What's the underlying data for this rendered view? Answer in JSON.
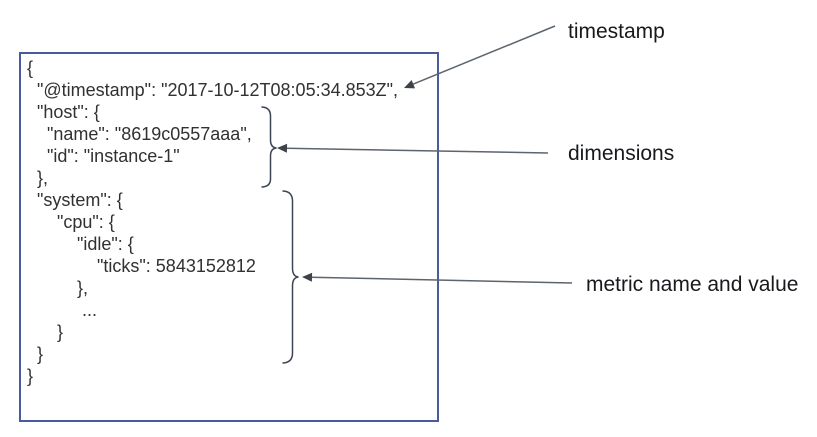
{
  "code": {
    "lines": [
      "{",
      "  \"@timestamp\": \"2017-10-12T08:05:34.853Z\",",
      "  \"host\": {",
      "    \"name\": \"8619c0557aaa\",",
      "    \"id\": \"instance-1\"",
      "  },",
      "  \"system\": {",
      "      \"cpu\": {",
      "          \"idle\": {",
      "              \"ticks\": 5843152812",
      "          },",
      "           ...",
      "      }",
      "  }",
      "}"
    ]
  },
  "event_fields": {
    "timestamp_value": "2017-10-12T08:05:34.853Z",
    "host_name": "8619c0557aaa",
    "host_id": "instance-1",
    "metric_name": "system.cpu.idle.ticks",
    "metric_value": "5843152812"
  },
  "annotations": {
    "timestamp_label": "timestamp",
    "dimensions_label": "dimensions",
    "metric_label": "metric name and value"
  },
  "colors": {
    "box_border": "#4a5b9b",
    "code_text": "#2f3133",
    "label_text": "#17191d",
    "brace": "#3e4552",
    "arrow": "#5c646e",
    "arrow_head": "#3e434b",
    "bg": "#ffffff"
  }
}
